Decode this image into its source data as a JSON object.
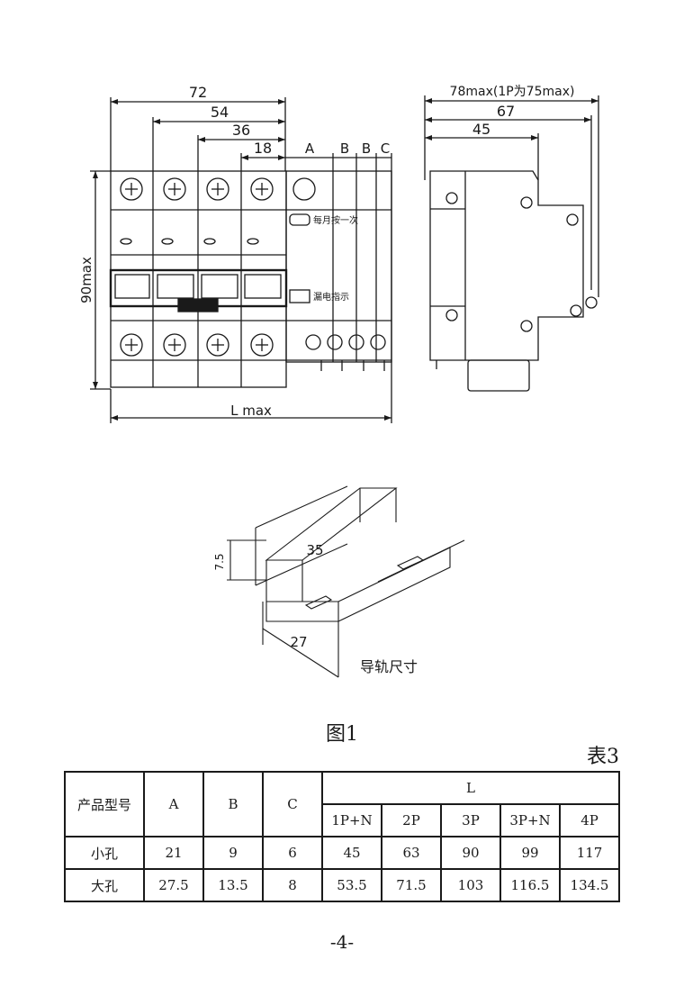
{
  "drawing": {
    "front": {
      "dim_72": "72",
      "dim_54": "54",
      "dim_36": "36",
      "dim_18": "18",
      "col_a": "A",
      "col_b1": "B",
      "col_b2": "B",
      "col_c": "C",
      "height": "90max",
      "length": "L max",
      "test_note": "每月按一次",
      "indicator_note": "漏电指示"
    },
    "side": {
      "dim_78": "78max(1P为75max)",
      "dim_67": "67",
      "dim_45": "45"
    },
    "rail": {
      "dim_35": "35",
      "dim_7_5": "7.5",
      "dim_27": "27",
      "caption": "导轨尺寸"
    }
  },
  "figure_caption": "图1",
  "table_caption": "表3",
  "table": {
    "model_header": "产品型号",
    "a_header": "A",
    "b_header": "B",
    "c_header": "C",
    "l_header": "L",
    "l_subheaders": [
      "1P+N",
      "2P",
      "3P",
      "3P+N",
      "4P"
    ],
    "rows": [
      {
        "label": "小孔",
        "cells": [
          "21",
          "9",
          "6",
          "45",
          "63",
          "90",
          "99",
          "117"
        ]
      },
      {
        "label": "大孔",
        "cells": [
          "27.5",
          "13.5",
          "8",
          "53.5",
          "71.5",
          "103",
          "116.5",
          "134.5"
        ]
      }
    ]
  },
  "page_number": "-4-"
}
